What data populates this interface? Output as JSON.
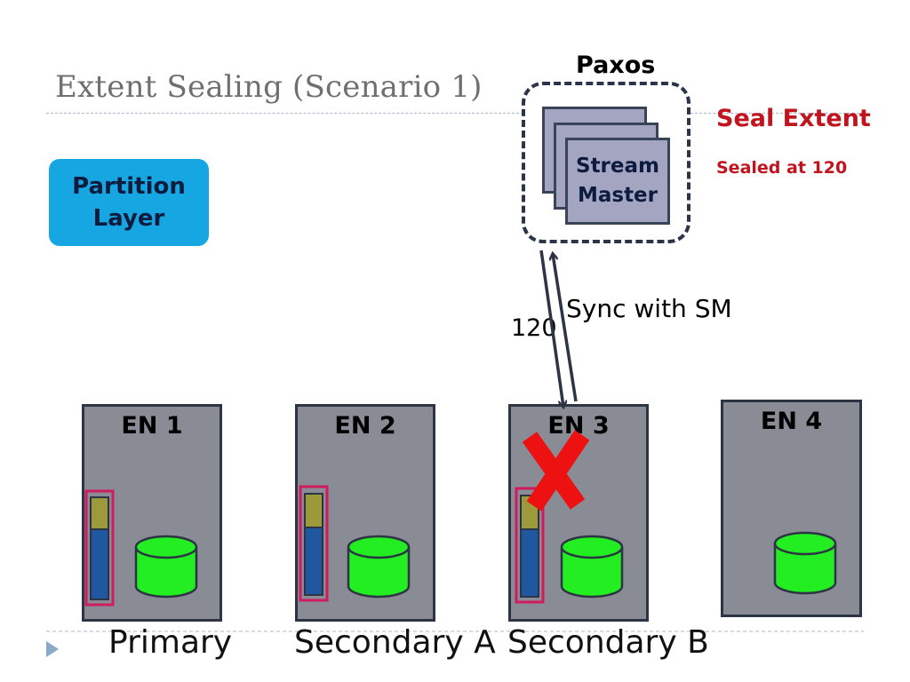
{
  "slide": {
    "title": "Extent Sealing (Scenario 1)"
  },
  "partition_layer": {
    "label_line1": "Partition",
    "label_line2": "Layer"
  },
  "paxos": {
    "label": "Paxos",
    "stream_master_line1": "Stream",
    "stream_master_line2": "Master"
  },
  "seal": {
    "title": "Seal Extent",
    "detail": "Sealed at 120"
  },
  "sync": {
    "label": "Sync with SM",
    "value": "120"
  },
  "nodes": [
    {
      "label": "EN 1",
      "caption": "Primary"
    },
    {
      "label": "EN 2",
      "caption": "Secondary A"
    },
    {
      "label": "EN 3",
      "caption": "Secondary B"
    },
    {
      "label": "EN 4",
      "caption": ""
    }
  ],
  "colors": {
    "partition_fill": "#16a7e2",
    "node_fill": "#898b95",
    "disk_fill": "#22ee22",
    "extent_used": "#1f57a0",
    "extent_free": "#9c9a3a",
    "extent_border": "#d01b5d",
    "fail_mark": "#ee1111",
    "seal_text": "#c0141f"
  },
  "icons": {
    "disk": "disk-icon",
    "extent": "extent-bar-icon",
    "failure": "x-mark-icon",
    "bullet": "triangle-bullet-icon"
  }
}
